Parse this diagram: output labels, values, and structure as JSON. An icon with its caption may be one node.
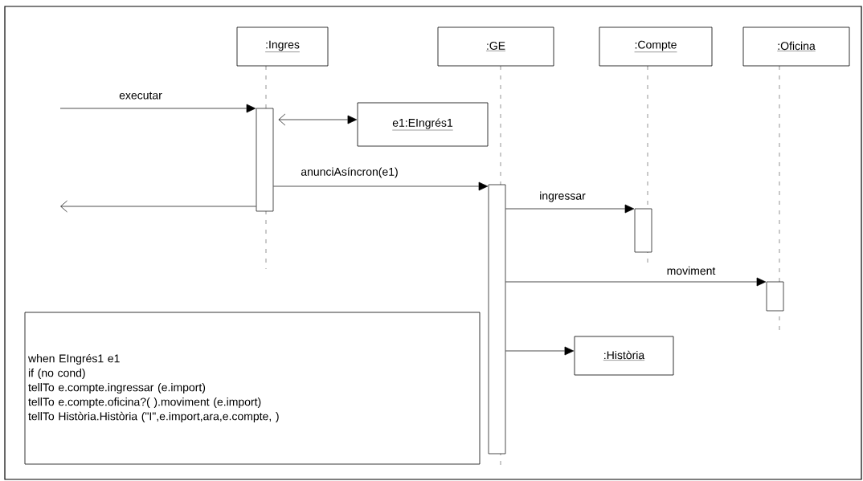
{
  "diagram": {
    "nodes": [
      {
        "text": [
          ":Ingres"
        ]
      },
      {
        "text": [
          ":GE"
        ]
      },
      {
        "text": [
          ":Compte"
        ]
      },
      {
        "text": [
          ":Oficina"
        ]
      },
      {
        "text": [
          "e1:EIngrés1"
        ]
      },
      {
        "text": [],
        "shape": "bar"
      },
      {
        "text": [],
        "shape": "bar"
      },
      {
        "text": [],
        "shape": "bar"
      },
      {
        "text": [],
        "shape": "bar"
      },
      {
        "text": [
          ":Història"
        ]
      },
      {
        "text": [
          "when EIngrés1  e1",
          "if (no cond)",
          "tellTo e.compte.ingressar (e.import)",
          "tellTo e.compte.oficina?( ).moviment (e.import)",
          "tellTo Història.Història (\"I\",e.import,ara,e.compte, )"
        ]
      }
    ],
    "edges": [
      {
        "from": null,
        "to": 5,
        "arrow": "to",
        "label": "executar"
      },
      {
        "from": 5,
        "to": 4,
        "arrow": "both"
      },
      {
        "from": 5,
        "to": null,
        "arrow": "to"
      },
      {
        "from": 5,
        "to": 6,
        "arrow": "to",
        "label": "anunciAsíncron(e1)"
      },
      {
        "from": 6,
        "to": 7,
        "arrow": "to",
        "label": "ingressar"
      },
      {
        "from": 6,
        "to": 8,
        "arrow": "to",
        "label": "moviment"
      },
      {
        "from": 6,
        "to": 9,
        "arrow": "to"
      }
    ]
  }
}
